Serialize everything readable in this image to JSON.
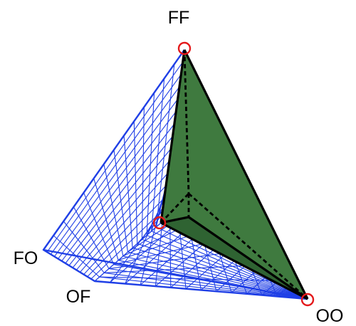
{
  "vertices": {
    "ff": {
      "label": "FF"
    },
    "fo": {
      "label": "FO"
    },
    "of": {
      "label": "OF"
    },
    "oo": {
      "label": "OO"
    }
  },
  "colors": {
    "mesh": "#1f3fe6",
    "surface": "#3f7a3f",
    "edges": "#000000",
    "vertex_marker": "#e41a1c"
  },
  "mesh_divisions": 14
}
